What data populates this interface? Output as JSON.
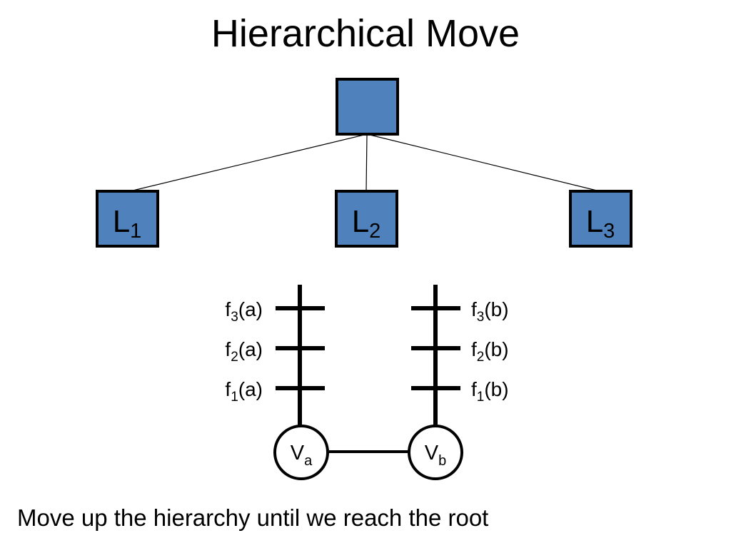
{
  "slide": {
    "title": "Hierarchical Move",
    "caption": "Move up the hierarchy until we reach the root"
  },
  "colors": {
    "node_fill": "#4f81bd",
    "node_stroke": "#000000",
    "line": "#000000"
  },
  "tree": {
    "root": {
      "label": ""
    },
    "children": [
      {
        "base": "L",
        "sub": "1"
      },
      {
        "base": "L",
        "sub": "2"
      },
      {
        "base": "L",
        "sub": "3"
      }
    ]
  },
  "vertices": {
    "a": {
      "base": "V",
      "sub": "a"
    },
    "b": {
      "base": "V",
      "sub": "b"
    }
  },
  "levels": {
    "a": [
      {
        "f": "f",
        "n": "3",
        "arg": "(a)"
      },
      {
        "f": "f",
        "n": "2",
        "arg": "(a)"
      },
      {
        "f": "f",
        "n": "1",
        "arg": "(a)"
      }
    ],
    "b": [
      {
        "f": "f",
        "n": "3",
        "arg": "(b)"
      },
      {
        "f": "f",
        "n": "2",
        "arg": "(b)"
      },
      {
        "f": "f",
        "n": "1",
        "arg": "(b)"
      }
    ]
  }
}
